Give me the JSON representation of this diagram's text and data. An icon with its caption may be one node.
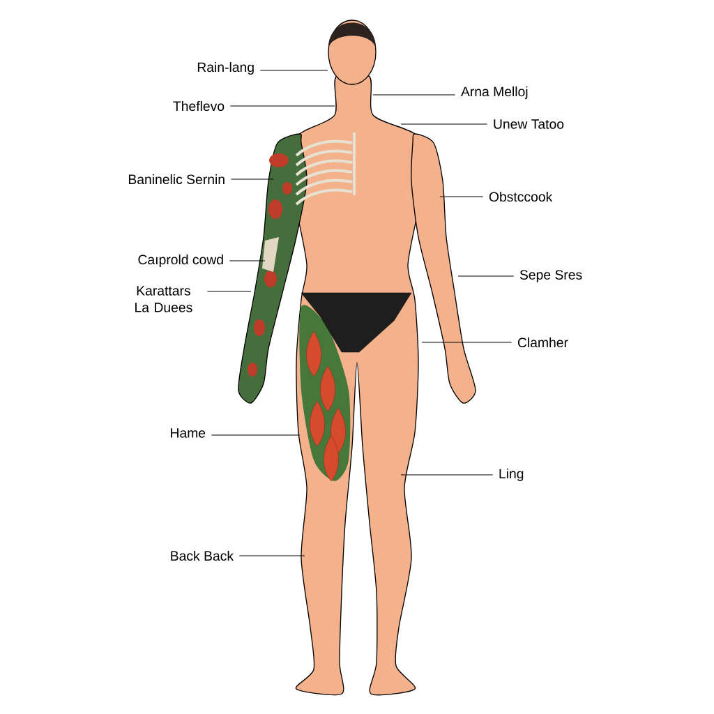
{
  "diagram": {
    "nodes": [
      {
        "text": [
          "Rain-lang"
        ]
      },
      {
        "text": [
          "Theflevo"
        ]
      },
      {
        "text": [
          "Baninelic Sernin"
        ]
      },
      {
        "text": [
          "Caıprold cowd"
        ]
      },
      {
        "text": [
          "Karattars La Duees"
        ]
      },
      {
        "text": [
          "Hame"
        ]
      },
      {
        "text": [
          "Back Back"
        ]
      },
      {
        "text": [
          "Arna Melloj"
        ]
      },
      {
        "text": [
          "Unew Tatoo"
        ]
      },
      {
        "text": [
          "Obstccook"
        ]
      },
      {
        "text": [
          "Sepe Sres"
        ]
      },
      {
        "text": [
          "Clamher"
        ]
      },
      {
        "text": [
          "Ling"
        ]
      }
    ],
    "edges": [
      {
        "from": 0,
        "to": null,
        "arrow": "none"
      },
      {
        "from": 1,
        "to": null,
        "arrow": "none"
      },
      {
        "from": 2,
        "to": null,
        "arrow": "none"
      },
      {
        "from": 3,
        "to": null,
        "arrow": "none"
      },
      {
        "from": 4,
        "to": null,
        "arrow": "none"
      },
      {
        "from": 5,
        "to": null,
        "arrow": "none"
      },
      {
        "from": 6,
        "to": null,
        "arrow": "none"
      },
      {
        "from": 7,
        "to": null,
        "arrow": "none"
      },
      {
        "from": 8,
        "to": null,
        "arrow": "none"
      },
      {
        "from": 9,
        "to": null,
        "arrow": "none"
      },
      {
        "from": 10,
        "to": null,
        "arrow": "none"
      },
      {
        "from": 11,
        "to": null,
        "arrow": "none"
      },
      {
        "from": 12,
        "to": null,
        "arrow": "none"
      }
    ]
  }
}
